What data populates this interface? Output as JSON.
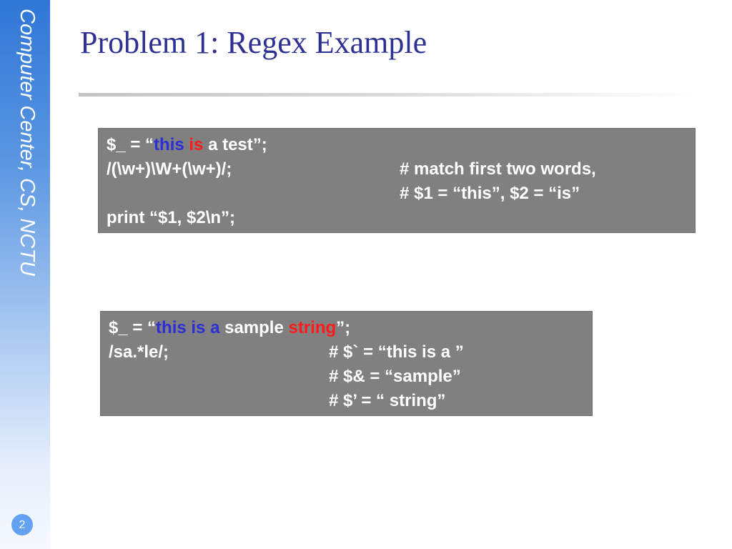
{
  "sidebar": {
    "text": "Computer Center, CS, NCTU",
    "page_number": "2"
  },
  "title": "Problem 1: Regex Example",
  "example1": {
    "line1": {
      "a": "$_ = “",
      "b": "this",
      "c": " ",
      "d": "is",
      "e": " a test”;"
    },
    "line2_code": "/(\\w+)\\W+(\\w+)/;",
    "line2_comment": "# match first two words,",
    "line3_comment": "# $1 = “this”, $2 = “is”",
    "line4_code": "print “$1, $2\\n”;"
  },
  "example2": {
    "line1": {
      "a": "$_ = “",
      "b": "this is a",
      "c": " sample ",
      "d": "string",
      "e": "”;"
    },
    "line2_code": "/sa.*le/;",
    "line2_comment": "# $` = “this is a ”",
    "line3_comment": "# $& = “sample”",
    "line4_comment": "# $’ = “ string”"
  },
  "colors": {
    "title": "#2e3192",
    "code_background": "#808080",
    "highlight_blue": "#2e2ed6",
    "highlight_red": "#ff1a1a"
  }
}
